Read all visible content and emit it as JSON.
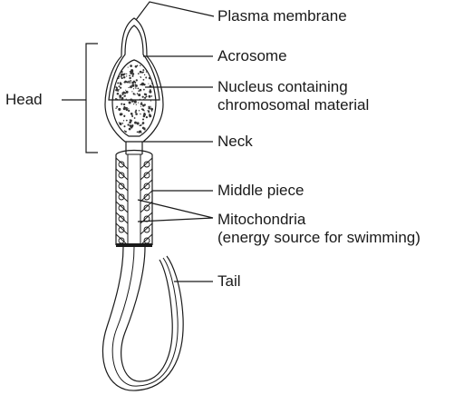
{
  "labels": {
    "plasma_membrane": "Plasma membrane",
    "acrosome": "Acrosome",
    "nucleus_line1": "Nucleus containing",
    "nucleus_line2": "chromosomal material",
    "head": "Head",
    "neck": "Neck",
    "middle_piece": "Middle piece",
    "mitochondria": "Mitochondria",
    "mitochondria_note": "(energy source for swimming)",
    "tail": "Tail"
  }
}
